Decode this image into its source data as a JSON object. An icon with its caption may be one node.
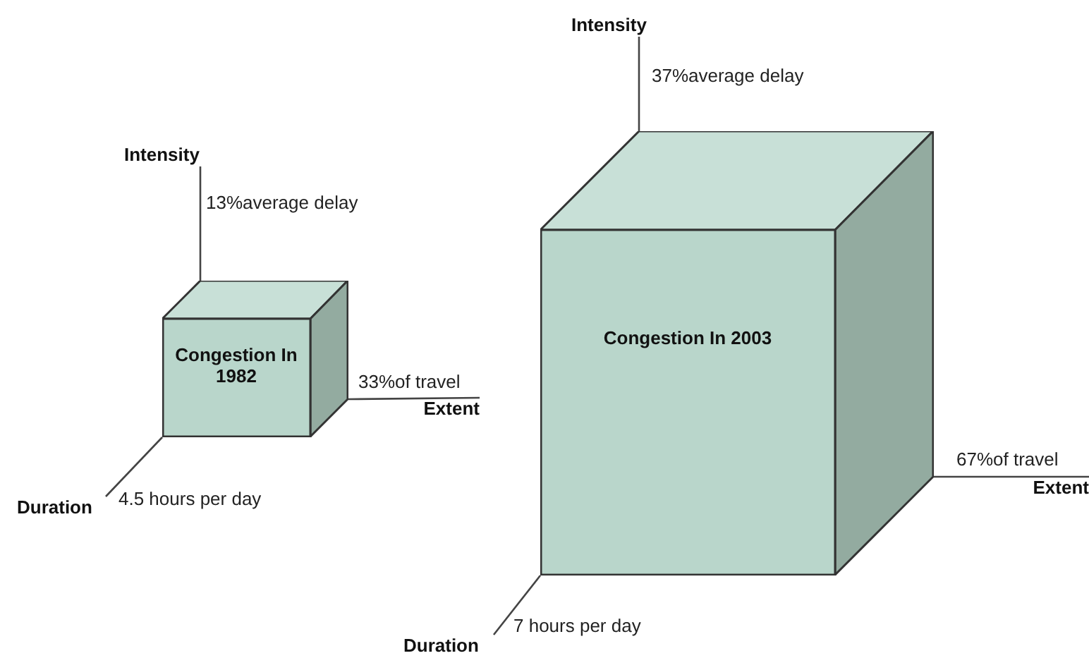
{
  "diagram": {
    "nodes": [
      {
        "text": [
          "Congestion In 1982"
        ]
      },
      {
        "text": [
          "Intensity"
        ]
      },
      {
        "text": [
          "Extent"
        ]
      },
      {
        "text": [
          "Duration"
        ]
      },
      {
        "text": [
          "Congestion In 2003"
        ]
      },
      {
        "text": [
          "Intensity"
        ]
      },
      {
        "text": [
          "Extent"
        ]
      },
      {
        "text": [
          "Duration"
        ]
      }
    ],
    "edges": [
      {
        "from": 0,
        "to": 1,
        "arrow": "none",
        "label": "13%average delay"
      },
      {
        "from": 0,
        "to": 2,
        "arrow": "none",
        "label": "33%of travel"
      },
      {
        "from": 0,
        "to": 3,
        "arrow": "none",
        "label": "4.5 hours per day"
      },
      {
        "from": 4,
        "to": 5,
        "arrow": "none",
        "label": "37%average delay"
      },
      {
        "from": 4,
        "to": 6,
        "arrow": "none",
        "label": "67%of travel"
      },
      {
        "from": 4,
        "to": 7,
        "arrow": "none",
        "label": "7 hours per day"
      }
    ]
  }
}
